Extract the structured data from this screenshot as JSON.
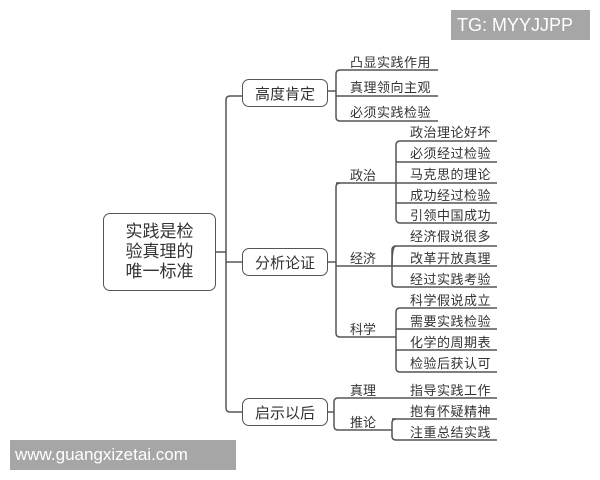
{
  "watermarks": {
    "top_right": "TG: MYYJJPP",
    "bottom_left": "www.guangxizetai.com"
  },
  "root": {
    "lines": [
      "实践是检",
      "验真理的",
      "唯一标准"
    ]
  },
  "branches": [
    {
      "label": "高度肯定",
      "leaves": [
        "凸显实践作用",
        "真理领向主观",
        "必须实践检验"
      ]
    },
    {
      "label": "分析论证",
      "groups": [
        {
          "label": "政治",
          "leaves": [
            "政治理论好坏",
            "必须经过检验",
            "马克思的理论",
            "成功经过检验",
            "引领中国成功"
          ]
        },
        {
          "label": "经济",
          "leaves": [
            "经济假说很多",
            "改革开放真理",
            "经过实践考验"
          ]
        },
        {
          "label": "科学",
          "leaves": [
            "科学假说成立",
            "需要实践检验",
            "化学的周期表",
            "检验后获认可"
          ]
        }
      ]
    },
    {
      "label": "启示以后",
      "groups": [
        {
          "label": "真理",
          "leaves": [
            "指导实践工作"
          ]
        },
        {
          "label": "推论",
          "leaves": [
            "抱有怀疑精神",
            "注重总结实践"
          ]
        }
      ]
    }
  ],
  "colors": {
    "line": "#555555",
    "watermark_bg": "#a6a6a6",
    "watermark_text": "#ffffff"
  }
}
